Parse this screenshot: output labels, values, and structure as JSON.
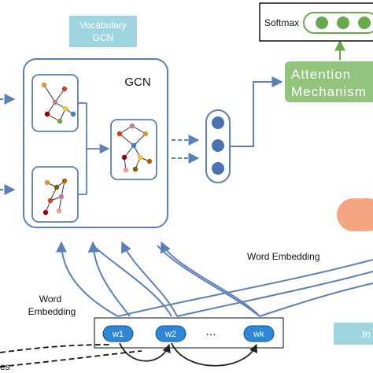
{
  "boxes": {
    "vocab_gcn_line1": "Vocabulary",
    "vocab_gcn_line2": "GCN",
    "gcn_label": "GCN",
    "softmax": "Softmax",
    "attention_line1": "Attention",
    "attention_line2": "Mechanism",
    "bottom_right_box": "In"
  },
  "labels": {
    "word_embedding_right": "Word Embedding",
    "word_embedding_left_line1": "Word",
    "word_embedding_left_line2": "Embedding",
    "left_cut_text": "es"
  },
  "words": [
    "w1",
    "w2",
    "…",
    "wk"
  ],
  "colors": {
    "teal_box": "#9fd5df",
    "attention_green": "#93c47d",
    "softmax_green": "#6aa84f",
    "arrow_blue": "#5b7fb8",
    "node_blue": "#4a72b0",
    "word_blue": "#2f86d4",
    "salmon": "#f4a582"
  }
}
